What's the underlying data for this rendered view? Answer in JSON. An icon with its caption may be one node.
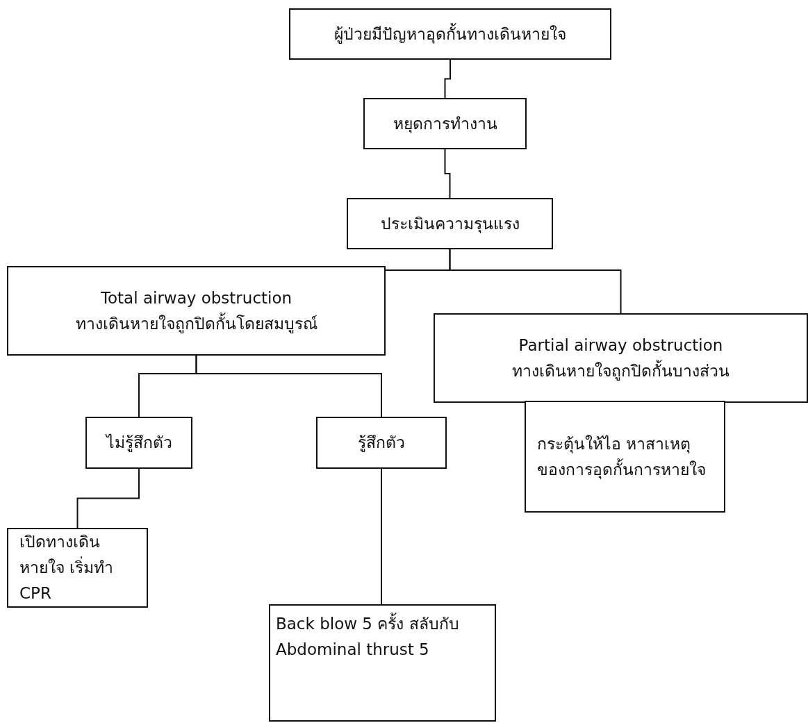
{
  "diagram": {
    "nodes": [
      {
        "text": [
          "ผู้ป่วยมีปัญหาอุดกั้นทางเดินหายใจ"
        ]
      },
      {
        "text": [
          "หยุดการทำงาน"
        ]
      },
      {
        "text": [
          "ประเมินความรุนแรง"
        ]
      },
      {
        "text": [
          "Total airway obstruction",
          "ทางเดินหายใจถูกปิดกั้นโดยสมบูรณ์"
        ]
      },
      {
        "text": [
          "Partial airway obstruction",
          "ทางเดินหายใจถูกปิดกั้นบางส่วน"
        ]
      },
      {
        "text": [
          "ไม่รู้สึกตัว"
        ]
      },
      {
        "text": [
          "รู้สึกตัว"
        ]
      },
      {
        "text": [
          "กระตุ้นให้ไอ หาสาเหตุของการอุดกั้นการหายใจ"
        ]
      },
      {
        "text": [
          "เปิดทางเดินหายใจ เริ่มทำ CPR"
        ]
      },
      {
        "text": [
          "Back blow 5 ครั้ง สลับกับ Abdominal thrust 5"
        ]
      }
    ],
    "edges": [
      {
        "from": 0,
        "to": 1,
        "arrow": "none"
      },
      {
        "from": 1,
        "to": 2,
        "arrow": "none"
      },
      {
        "from": 2,
        "to": 3,
        "arrow": "none"
      },
      {
        "from": 2,
        "to": 4,
        "arrow": "none"
      },
      {
        "from": 3,
        "to": 5,
        "arrow": "none"
      },
      {
        "from": 3,
        "to": 6,
        "arrow": "none"
      },
      {
        "from": 4,
        "to": 7,
        "arrow": "none"
      },
      {
        "from": 5,
        "to": 8,
        "arrow": "none"
      },
      {
        "from": 6,
        "to": 9,
        "arrow": "none"
      }
    ]
  }
}
